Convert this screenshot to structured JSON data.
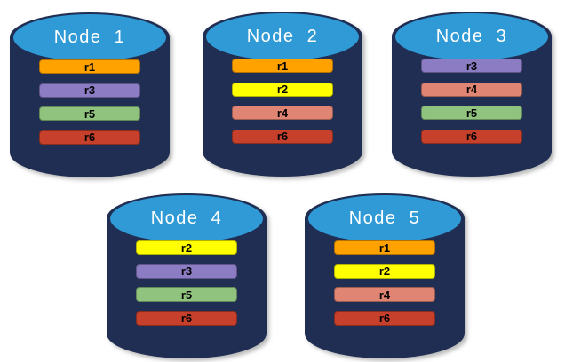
{
  "colors": {
    "background": "#FFFFFF",
    "cylinder_body": "#1F2E52",
    "cylinder_top": "#2F9AD6",
    "replica_r1": "#FFA200",
    "replica_r2": "#FFFF00",
    "replica_r3": "#8B7CC4",
    "replica_r4": "#E08573",
    "replica_r5": "#90C47E",
    "replica_r6": "#C6402B"
  },
  "nodes": [
    {
      "title": "Node  1",
      "replicas": [
        {
          "label": "r1",
          "color": "#FFA200"
        },
        {
          "label": "r3",
          "color": "#8B7CC4"
        },
        {
          "label": "r5",
          "color": "#90C47E"
        },
        {
          "label": "r6",
          "color": "#C6402B"
        }
      ]
    },
    {
      "title": "Node  2",
      "replicas": [
        {
          "label": "r1",
          "color": "#FFA200"
        },
        {
          "label": "r2",
          "color": "#FFFF00"
        },
        {
          "label": "r4",
          "color": "#E08573"
        },
        {
          "label": "r6",
          "color": "#C6402B"
        }
      ]
    },
    {
      "title": "Node  3",
      "replicas": [
        {
          "label": "r3",
          "color": "#8B7CC4"
        },
        {
          "label": "r4",
          "color": "#E08573"
        },
        {
          "label": "r5",
          "color": "#90C47E"
        },
        {
          "label": "r6",
          "color": "#C6402B"
        }
      ]
    },
    {
      "title": "Node  4",
      "replicas": [
        {
          "label": "r2",
          "color": "#FFFF00"
        },
        {
          "label": "r3",
          "color": "#8B7CC4"
        },
        {
          "label": "r5",
          "color": "#90C47E"
        },
        {
          "label": "r6",
          "color": "#C6402B"
        }
      ]
    },
    {
      "title": "Node  5",
      "replicas": [
        {
          "label": "r1",
          "color": "#FFA200"
        },
        {
          "label": "r2",
          "color": "#FFFF00"
        },
        {
          "label": "r4",
          "color": "#E08573"
        },
        {
          "label": "r6",
          "color": "#C6402B"
        }
      ]
    }
  ]
}
